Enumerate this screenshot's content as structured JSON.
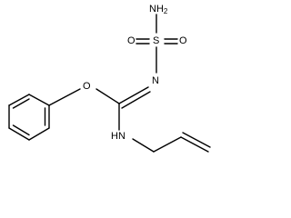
{
  "molecule": {
    "atoms": {
      "sulfonamide_n": {
        "symbol": "NH",
        "subscript": "2"
      },
      "sulfur": {
        "symbol": "S"
      },
      "oxygen_left": {
        "symbol": "O"
      },
      "oxygen_right": {
        "symbol": "O"
      },
      "imine_n": {
        "symbol": "N"
      },
      "ether_o": {
        "symbol": "O"
      },
      "amine_nh": {
        "symbol": "HN"
      }
    }
  }
}
